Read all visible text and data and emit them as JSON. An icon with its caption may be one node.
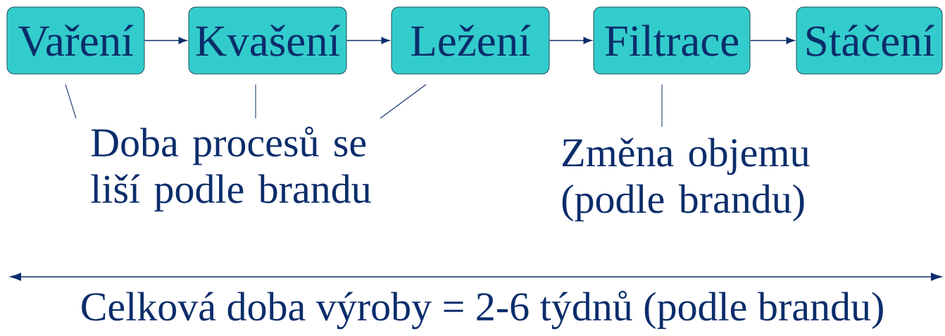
{
  "diagram": {
    "nodes": [
      {
        "text": [
          "Vaření"
        ]
      },
      {
        "text": [
          "Kvašení"
        ]
      },
      {
        "text": [
          "Ležení"
        ]
      },
      {
        "text": [
          "Filtrace"
        ]
      },
      {
        "text": [
          "Stáčení"
        ]
      },
      {
        "text": [
          "Doba procesů se liší podle brandu"
        ]
      },
      {
        "text": [
          "Změna objemu (podle brandu)"
        ]
      }
    ],
    "edges": [
      {
        "from": 0,
        "to": 1,
        "arrow": "to"
      },
      {
        "from": 1,
        "to": 2,
        "arrow": "to"
      },
      {
        "from": 2,
        "to": 3,
        "arrow": "to"
      },
      {
        "from": 3,
        "to": 4,
        "arrow": "to"
      },
      {
        "from": 5,
        "to": 0,
        "arrow": "none"
      },
      {
        "from": 5,
        "to": 1,
        "arrow": "none"
      },
      {
        "from": 5,
        "to": 2,
        "arrow": "none"
      },
      {
        "from": 6,
        "to": 3,
        "arrow": "none"
      }
    ],
    "labels": [
      "Celková doba výroby = 2-6 týdnů (podle brandu)"
    ]
  }
}
